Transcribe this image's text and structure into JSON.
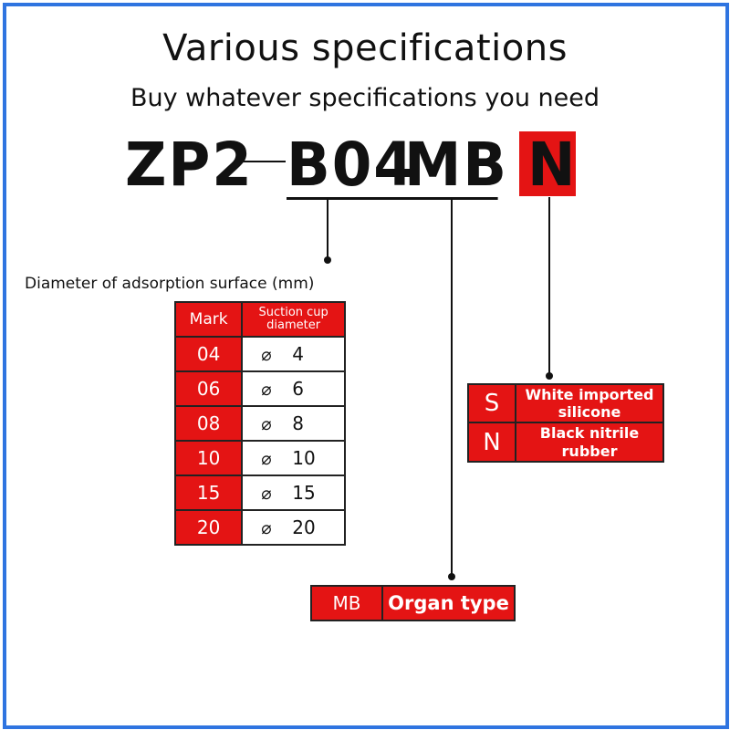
{
  "header": {
    "title": "Various specifications",
    "subtitle": "Buy whatever specifications you need"
  },
  "model_code": {
    "prefix": "ZP2",
    "separator": "—",
    "size_code": "B04",
    "type_code": "MB",
    "material_code": "N"
  },
  "diameter_section": {
    "caption": "Diameter of adsorption surface (mm)",
    "col_mark": "Mark",
    "col_diameter": "Suction cup diameter",
    "rows": [
      {
        "mark": "04",
        "symbol": "⌀",
        "diameter": "4"
      },
      {
        "mark": "06",
        "symbol": "⌀",
        "diameter": "6"
      },
      {
        "mark": "08",
        "symbol": "⌀",
        "diameter": "8"
      },
      {
        "mark": "10",
        "symbol": "⌀",
        "diameter": "10"
      },
      {
        "mark": "15",
        "symbol": "⌀",
        "diameter": "15"
      },
      {
        "mark": "20",
        "symbol": "⌀",
        "diameter": "20"
      }
    ]
  },
  "material_section": {
    "rows": [
      {
        "code": "S",
        "description": "White imported silicone"
      },
      {
        "code": "N",
        "description": "Black nitrile rubber"
      }
    ]
  },
  "type_section": {
    "code": "MB",
    "description": "Organ type"
  },
  "colors": {
    "frame": "#2f74e0",
    "accent_red": "#e41414",
    "text": "#111111"
  }
}
